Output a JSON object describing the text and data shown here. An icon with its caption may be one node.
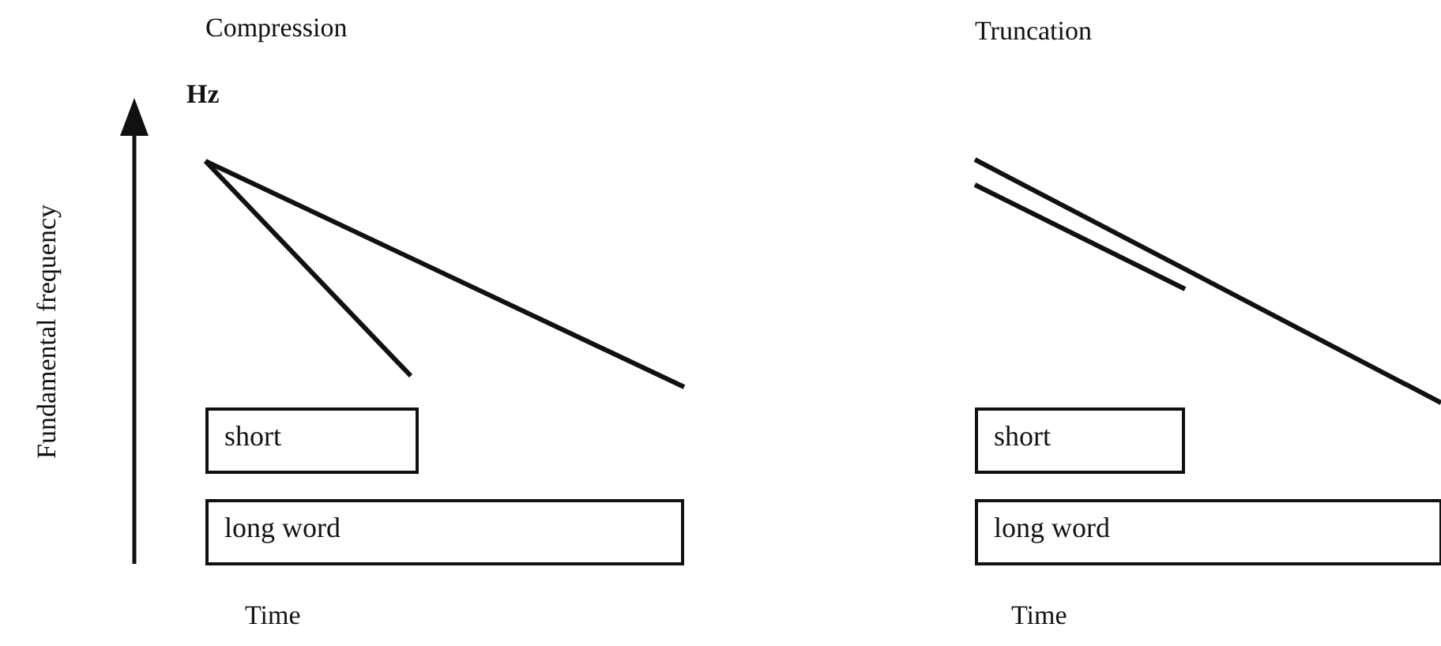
{
  "diagram": {
    "nodes": [
      {
        "text": [
          "short"
        ]
      },
      {
        "text": [
          "long word"
        ]
      },
      {
        "text": [
          "short"
        ]
      },
      {
        "text": [
          "long word"
        ]
      }
    ],
    "labels": [
      "Compression",
      "Truncation",
      "Hz",
      "Fundamental frequency",
      "Time",
      "Time"
    ]
  }
}
